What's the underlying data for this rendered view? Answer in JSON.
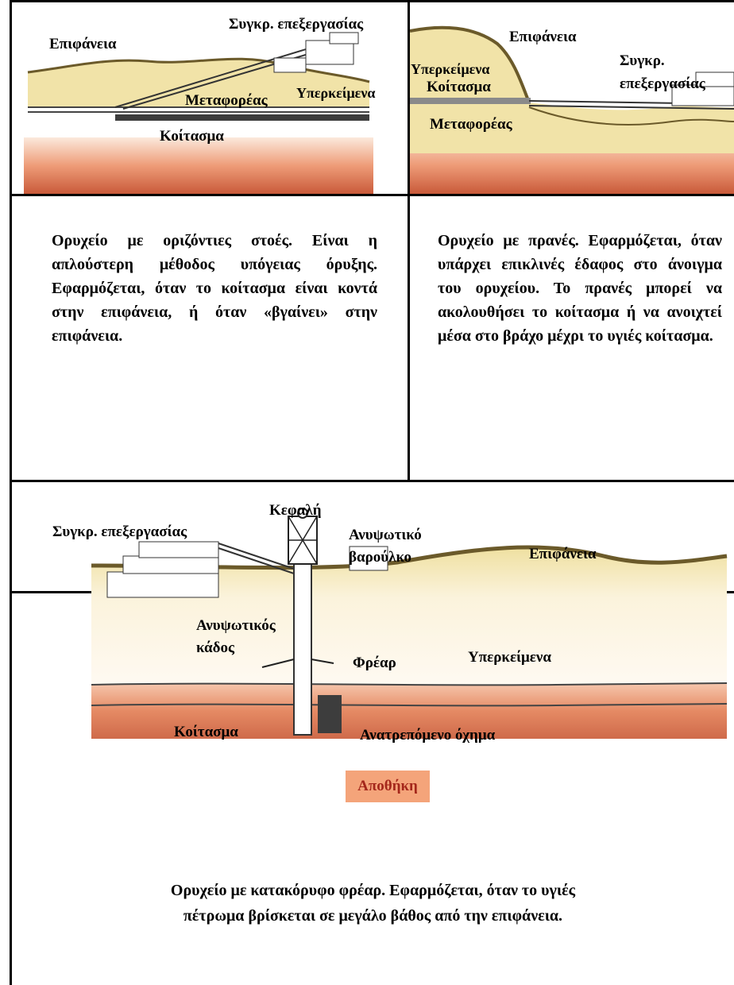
{
  "panels": {
    "adit": {
      "labels": {
        "surface": "Επιφάνεια",
        "plant": "Συγκρ. επεξεργασίας",
        "conveyor": "Μεταφορέας",
        "overburden": "Υπερκείμενα",
        "deposit": "Κοίτασμα"
      },
      "description": "Ορυχείο με οριζόντιες στοές. Είναι η απλούστερη μέθοδος υπόγειας όρυξης. Εφαρμόζεται, όταν το κοίτασμα είναι κοντά στην επιφάνεια, ή όταν «βγαίνει» στην επιφάνεια."
    },
    "slope": {
      "labels": {
        "surface": "Επιφάνεια",
        "overburden": "Υπερκείμενα",
        "deposit": "Κοίτασμα",
        "plant_line1": "Συγκρ.",
        "plant_line2": "επεξεργασίας",
        "conveyor": "Μεταφορέας"
      },
      "description": "Ορυχείο με πρανές. Εφαρμόζεται, όταν υπάρχει επικλινές έδαφος στο άνοιγμα του ορυχείου. Το πρανές μπορεί να ακολουθήσει το κοίτασμα ή να ανοιχτεί μέσα στο βράχο μέχρι το υγιές κοίτασμα."
    },
    "shaft": {
      "labels": {
        "headframe": "Κεφαλή",
        "plant": "Συγκρ. επεξεργασίας",
        "hoist_line1": "Ανυψωτικό",
        "hoist_line2": "βαρούλκο",
        "surface": "Επιφάνεια",
        "skip_line1": "Ανυψωτικός",
        "skip_line2": "κάδος",
        "shaft": "Φρέαρ",
        "overburden": "Υπερκείμενα",
        "deposit": "Κοίτασμα",
        "car": "Ανατρεπόμενο όχημα",
        "storage": "Αποθήκη"
      },
      "description_line1": "Ορυχείο με κατακόρυφο φρέαρ. Εφαρμόζεται, όταν το υγιές",
      "description_line2": "πέτρωμα βρίσκεται σε μεγάλο βάθος από την επιφάνεια."
    }
  },
  "colors": {
    "surface_soil": "#efe0a0",
    "deep_rock": "#cf6a4a",
    "storage_box": "#f4a47a",
    "storage_text": "#a4271b"
  }
}
